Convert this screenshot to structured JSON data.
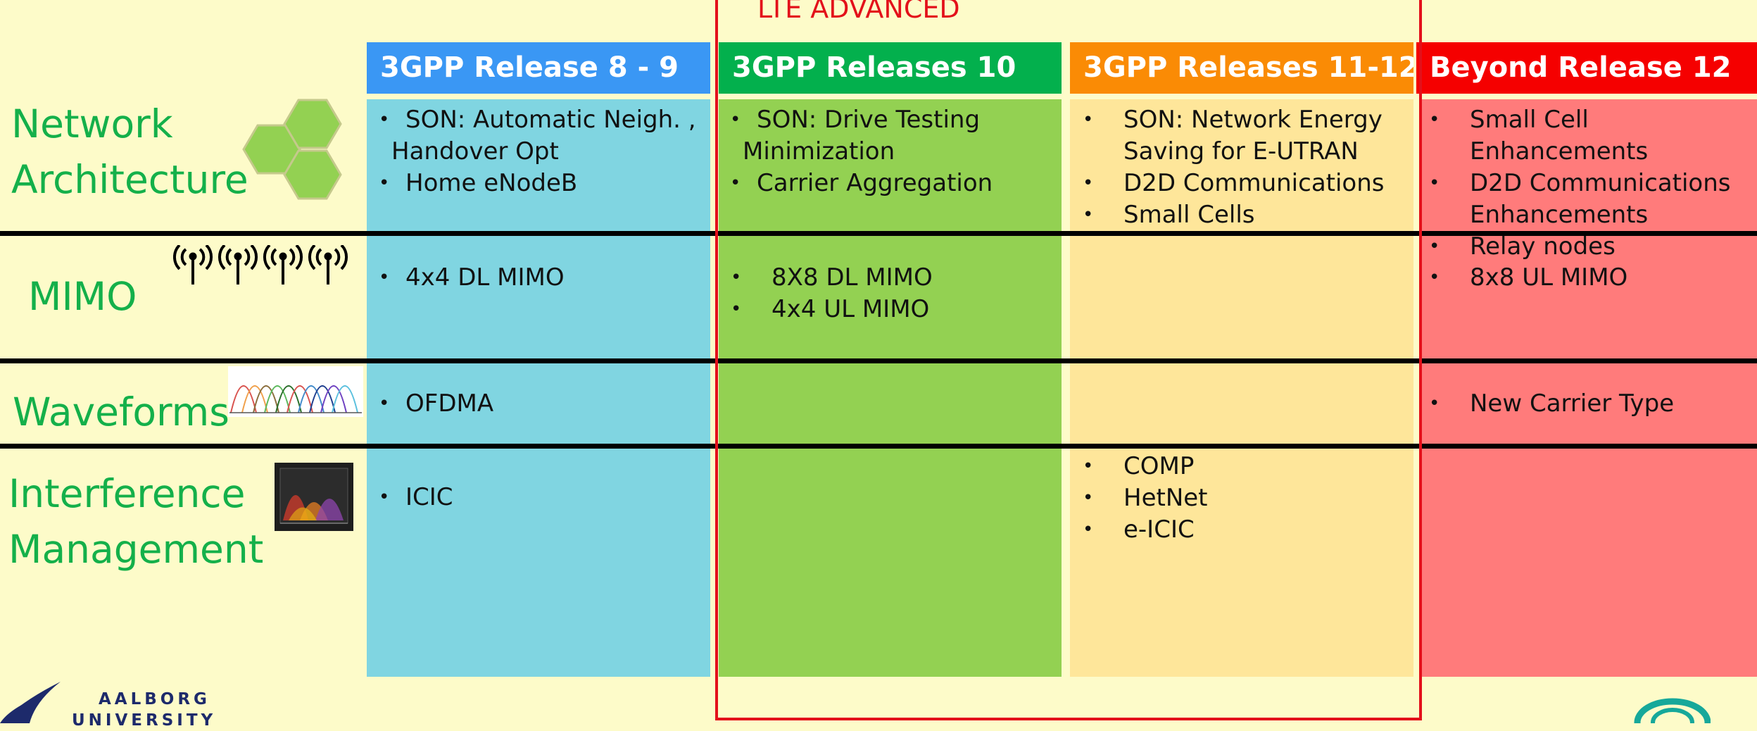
{
  "lte_label": "LTE ADVANCED",
  "columns": [
    {
      "header": "3GPP Release 8 - 9",
      "header_color": "#3a97f4",
      "body_color": "#80d5e1"
    },
    {
      "header": "3GPP Releases 10",
      "header_color": "#03b04d",
      "body_color": "#93d152"
    },
    {
      "header": "3GPP Releases 11-12",
      "header_color": "#fa8b05",
      "body_color": "#fee69a"
    },
    {
      "header": "Beyond Release 12",
      "header_color": "#f50000",
      "body_color": "#ff7b7b"
    }
  ],
  "rows": [
    {
      "label_lines": [
        "Network",
        "Architecture"
      ],
      "icon": "hexagon-cells-icon"
    },
    {
      "label_lines": [
        "MIMO"
      ],
      "icon": "antenna-array-icon"
    },
    {
      "label_lines": [
        "Waveforms"
      ],
      "icon": "ofdm-subcarriers-icon"
    },
    {
      "label_lines": [
        "Interference",
        "Management"
      ],
      "icon": "spectrum-plot-icon"
    }
  ],
  "cells": {
    "network": {
      "c1": [
        "SON: Automatic Neigh. ,",
        "Handover Opt",
        "Home eNodeB"
      ],
      "c2": [
        "SON: Drive Testing",
        "Minimization",
        "Carrier Aggregation"
      ],
      "c3": [
        "SON: Network Energy",
        "Saving for E-UTRAN",
        "D2D Communications",
        "Small Cells"
      ],
      "c4": [
        "Small Cell Enhancements",
        "D2D Communications",
        "Enhancements",
        "Relay nodes"
      ]
    },
    "mimo": {
      "c1": [
        "4x4 DL MIMO"
      ],
      "c2": [
        "8X8 DL MIMO",
        "4x4 UL MIMO"
      ],
      "c4": [
        "8x8 UL MIMO"
      ]
    },
    "waveforms": {
      "c1": [
        "OFDMA"
      ],
      "c4": [
        "New Carrier Type"
      ]
    },
    "interference": {
      "c1": [
        "ICIC"
      ],
      "c3": [
        "COMP",
        "HetNet",
        "e-ICIC"
      ]
    }
  },
  "logo": {
    "line1": "AALBORG",
    "line2": "UNIVERSITY"
  }
}
